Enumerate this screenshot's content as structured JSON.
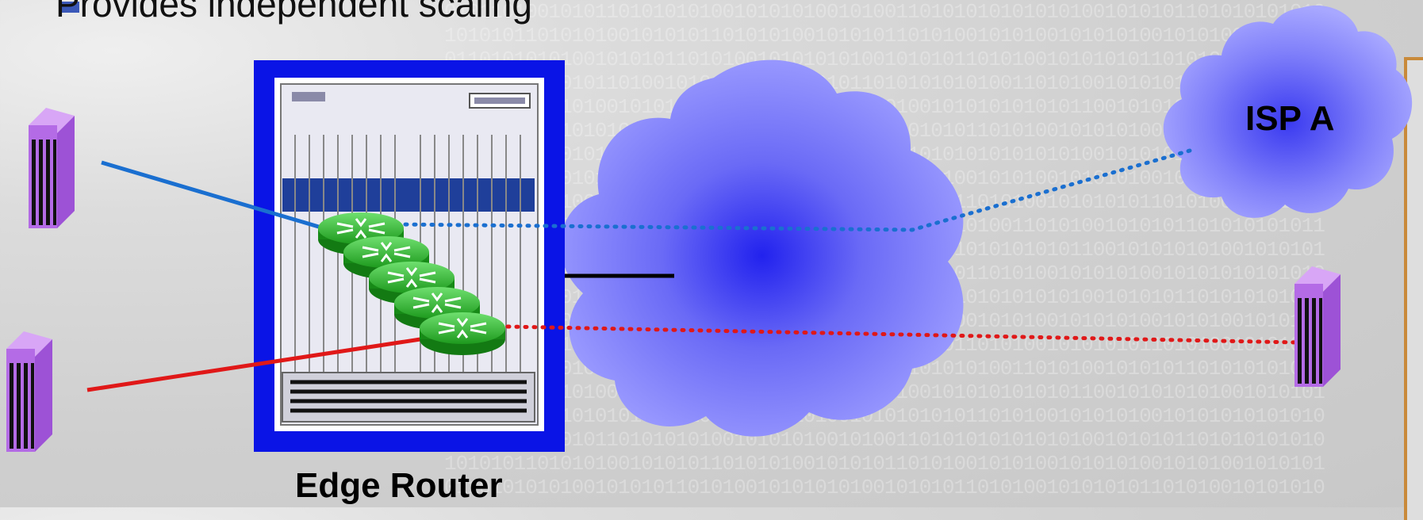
{
  "bullet": {
    "text": "Provides independent scaling"
  },
  "labels": {
    "edge_router": "Edge Router",
    "isp_a": "ISP A"
  },
  "colors": {
    "link_blue": "#1a6fd0",
    "link_red": "#e01818",
    "link_black": "#000000",
    "cloud_core": "#2a2af0",
    "cloud_edge": "#9a9aff",
    "chassis_border": "#0a14e6",
    "router_green": "#1fae1f",
    "server_purple": "#b46be6"
  },
  "icons": [
    "server-icon",
    "router-chassis-icon",
    "virtual-router-icon",
    "cloud-icon"
  ]
}
